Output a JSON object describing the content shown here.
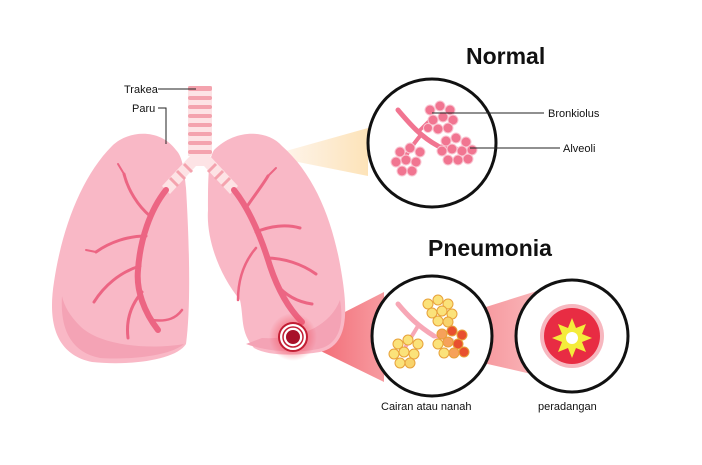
{
  "headings": {
    "normal": "Normal",
    "pneumonia": "Pneumonia"
  },
  "labels": {
    "trachea": "Trakea",
    "lung": "Paru",
    "bronchiole": "Bronkiolus",
    "alveoli": "Alveoli",
    "fluid": "Cairan atau nanah",
    "inflammation": "peradangan"
  },
  "colors": {
    "lung_fill": "#f9b8c6",
    "lung_shade": "#f4a3b5",
    "bronchi": "#ec6583",
    "alveoli": "#f17591",
    "trachea_ring": "#f4a3ae",
    "trachea_gap": "#fde3e5",
    "callout_normal": "#fde6c4",
    "callout_pneumonia": "#f04755",
    "pus": "#fbe27a",
    "inflamed": "#e82c43"
  },
  "icons": [
    "lung-diagram",
    "alveoli-magnifier",
    "infection-site-marker",
    "inflammation-cell"
  ]
}
